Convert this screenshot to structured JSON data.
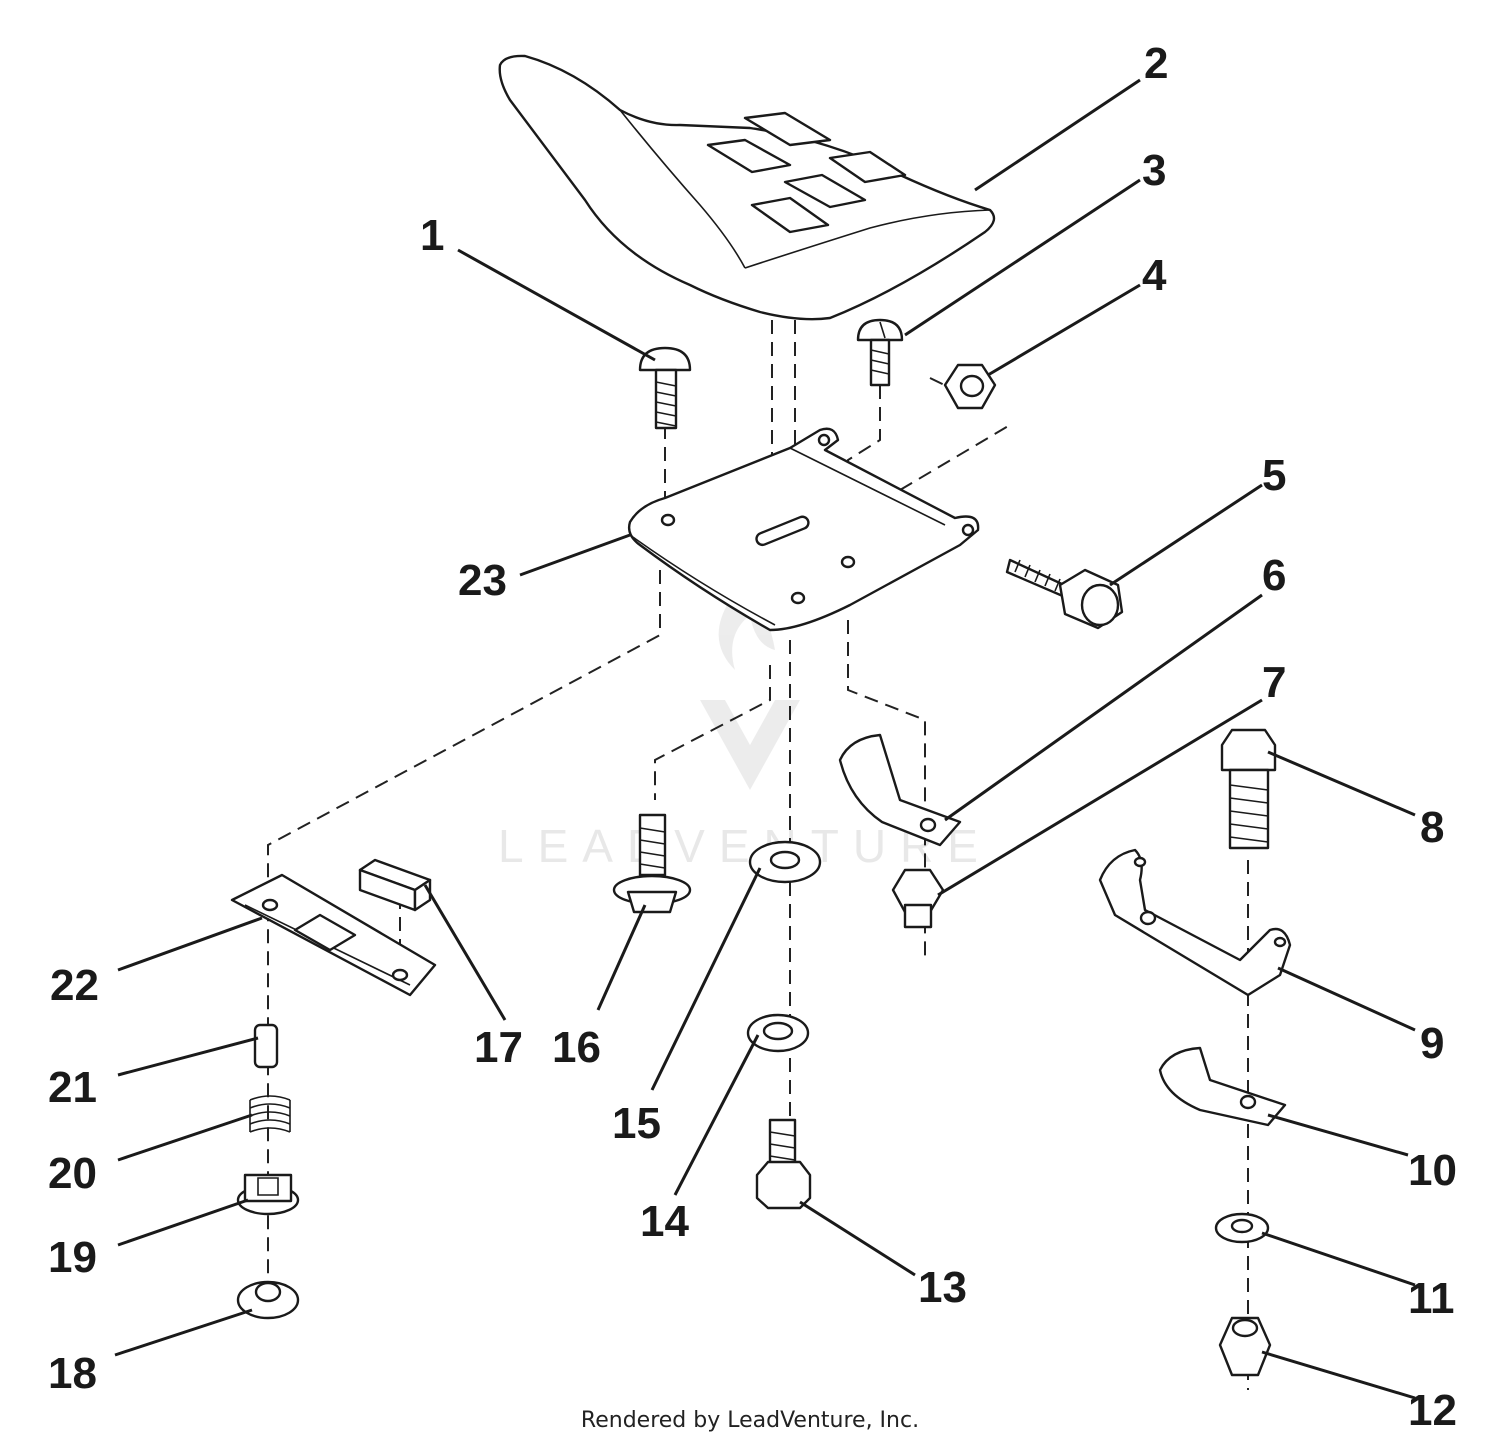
{
  "diagram": {
    "callouts": [
      {
        "id": "1",
        "label": "1"
      },
      {
        "id": "2",
        "label": "2"
      },
      {
        "id": "3",
        "label": "3"
      },
      {
        "id": "4",
        "label": "4"
      },
      {
        "id": "5",
        "label": "5"
      },
      {
        "id": "6",
        "label": "6"
      },
      {
        "id": "7",
        "label": "7"
      },
      {
        "id": "8",
        "label": "8"
      },
      {
        "id": "9",
        "label": "9"
      },
      {
        "id": "10",
        "label": "10"
      },
      {
        "id": "11",
        "label": "11"
      },
      {
        "id": "12",
        "label": "12"
      },
      {
        "id": "13",
        "label": "13"
      },
      {
        "id": "14",
        "label": "14"
      },
      {
        "id": "15",
        "label": "15"
      },
      {
        "id": "16",
        "label": "16"
      },
      {
        "id": "17",
        "label": "17"
      },
      {
        "id": "18",
        "label": "18"
      },
      {
        "id": "19",
        "label": "19"
      },
      {
        "id": "20",
        "label": "20"
      },
      {
        "id": "21",
        "label": "21"
      },
      {
        "id": "22",
        "label": "22"
      },
      {
        "id": "23",
        "label": "23"
      }
    ],
    "watermark": "LEADVENTURE",
    "footer": "Rendered by LeadVenture, Inc."
  }
}
